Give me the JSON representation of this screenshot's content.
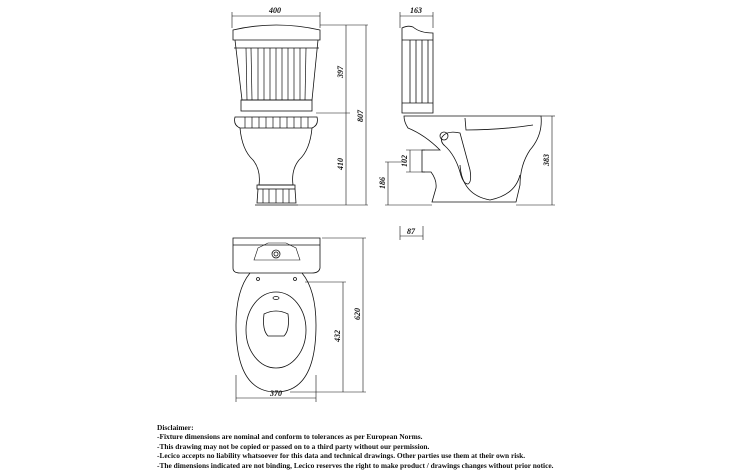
{
  "dimensions": {
    "front_width": "400",
    "tank_height": "397",
    "total_height": "807",
    "bowl_height": "410",
    "side_tank_depth": "163",
    "outlet_diameter": "102",
    "outlet_height": "186",
    "rim_height": "383",
    "outlet_offset": "87",
    "total_length": "620",
    "bowl_length": "432",
    "bowl_width": "370"
  },
  "disclaimer": {
    "title": "Disclaimer:",
    "lines": [
      "-Fixture dimensions are nominal and conform to tolerances as per European Norms.",
      "-This drawing may not be copied or passed on to a third party without our permission.",
      "-Lecico accepts no liability whatsoever for this data and technical drawings. Other parties use them at their own risk.",
      "-The dimensions indicated are not binding, Lecico reserves the right to make product / drawings changes without prior notice."
    ]
  }
}
